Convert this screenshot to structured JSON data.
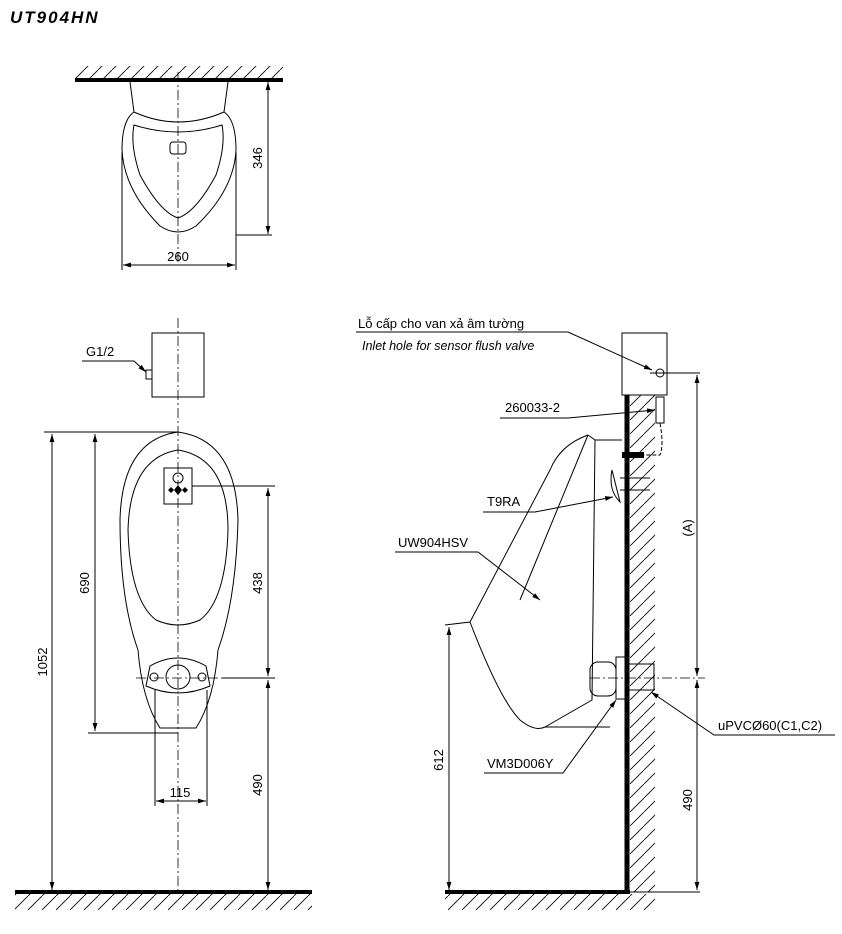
{
  "title": "UT904HN",
  "top_view": {
    "depth_dim": "346",
    "width_dim": "260"
  },
  "front_view": {
    "sensor_label": "G1/2",
    "total_height_dim": "1052",
    "bowl_height_dim": "690",
    "sensor_to_outlet_dim": "438",
    "outlet_height_dim": "490",
    "outlet_width_dim": "115"
  },
  "side_view": {
    "inlet_label_vi": "Lỗ cấp cho van xả âm tường",
    "inlet_label_en": "Inlet hole for sensor flush valve",
    "part_260033": "260033-2",
    "part_t9ra": "T9RA",
    "part_urinal": "UW904HSV",
    "part_trap": "VM3D006Y",
    "part_pipe": "uPVCØ60(C1,C2)",
    "dim_a": "(A)",
    "outlet_height_dim": "490",
    "rim_height_dim": "612"
  }
}
